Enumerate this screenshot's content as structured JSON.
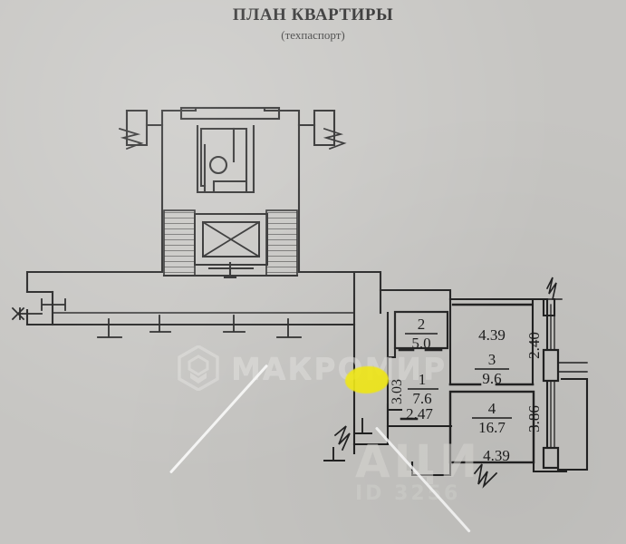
{
  "document": {
    "title": "ПЛАН КВАРТИРЫ",
    "subtitle": "(техпаспорт)"
  },
  "watermark": {
    "brand": "МАКРОМИР",
    "logo_icon": "hexagon-m-logo-icon",
    "faint_brand": "АЦИ",
    "faint_sub": "ID 3256"
  },
  "rooms": [
    {
      "id": "room-1",
      "number": "1",
      "area": "7.6",
      "width": "2.47",
      "height": "3.03"
    },
    {
      "id": "room-2",
      "number": "2",
      "area": "5.0",
      "width": "",
      "height": ""
    },
    {
      "id": "room-3",
      "number": "3",
      "area": "9.6",
      "width": "4.39",
      "height": "2.40"
    },
    {
      "id": "room-4",
      "number": "4",
      "area": "16.7",
      "width": "4.39",
      "height": "3.86"
    }
  ],
  "dimensions": {
    "room3_top": "4.39",
    "room3_right": "2.40",
    "room4_bottom": "4.39",
    "room4_right": "3.86",
    "room1_left": "3.03",
    "room1_bottom": "2.47"
  },
  "colors": {
    "background": "#c6c5c2",
    "ink": "#1f1f1f",
    "highlight": "#f5ec13",
    "watermark": "#e3e2df"
  }
}
